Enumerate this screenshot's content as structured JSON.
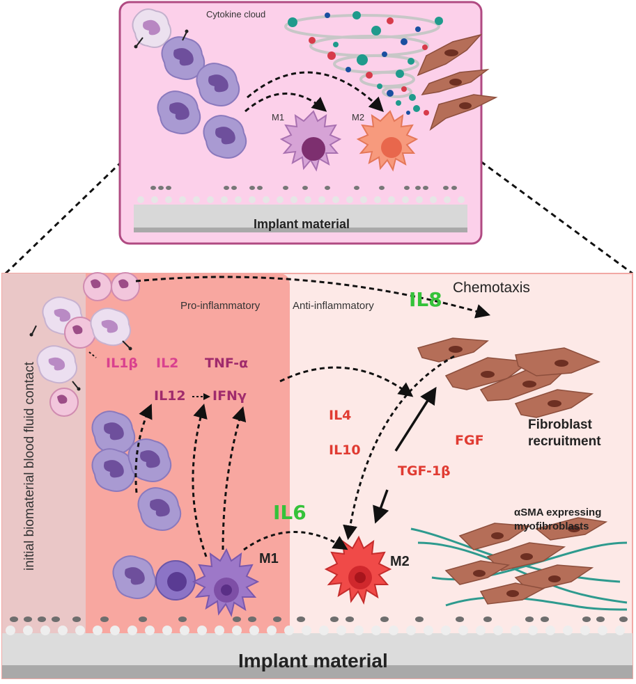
{
  "top_panel": {
    "cytokine_cloud_label": "Cytokine cloud",
    "m1_label": "M1",
    "m2_label": "M2",
    "implant_label": "Implant material"
  },
  "bottom_panel": {
    "contact_label": "initial biomaterial blood fluid contact",
    "pro_label": "Pro-inflammatory",
    "anti_label": "Anti-inflammatory",
    "chemotaxis_label": "Chemotaxis",
    "il8_label": "IL8",
    "il1b_label": "IL1β",
    "il2_label": "IL2",
    "tnfa_label": "TNF-α",
    "il12_label": "IL12",
    "ifng_label": "IFNγ",
    "il4_label": "IL4",
    "il10_label": "IL10",
    "fgf_label": "FGF",
    "tgf_label": "TGF-1β",
    "il6_label": "IL6",
    "fibroblast_label_1": "Fibroblast",
    "fibroblast_label_2": "recruitment",
    "asma_label_1": "αSMA expressing",
    "asma_label_2": "myofibroblasts",
    "m1_label": "M1",
    "m2_label": "M2",
    "implant_label": "Implant material"
  },
  "colors": {
    "pro_zone": "#f8a7a0",
    "anti_zone": "#fde9e7",
    "contact_zone": "#eac7c7",
    "top_panel_fill": "#fcd0ea",
    "top_panel_border": "#b04a82",
    "il_pink": "#d9418e",
    "il_red": "#e03b32",
    "il_green": "#35c23a",
    "il_purple": "#a02b6c"
  }
}
